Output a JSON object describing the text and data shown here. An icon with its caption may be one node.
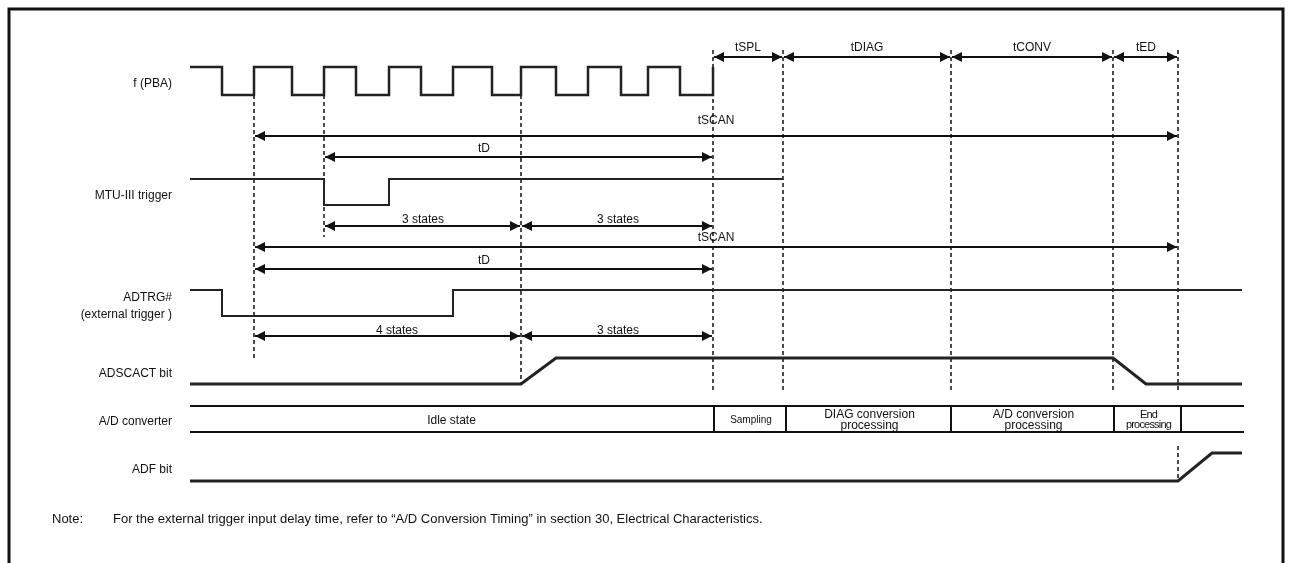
{
  "diagram": {
    "nodes": [
      {
        "text": [
          "Idle state"
        ]
      },
      {
        "text": [
          "Sampling"
        ]
      },
      {
        "text": [
          "DIAG conversion processing"
        ]
      },
      {
        "text": [
          "A/D conversion processing"
        ]
      },
      {
        "text": [
          "End processing"
        ]
      },
      {
        "text": [],
        "shape": "box"
      }
    ],
    "labels": [
      "tSPL",
      "tDIAG",
      "tCONV",
      "tED",
      "f (PBA)",
      "tSCAN",
      "tD",
      "MTU-III trigger",
      "3 states",
      "3 states",
      "tSCAN",
      "tD",
      "ADTRG#",
      "(external trigger )",
      "4 states",
      "3 states",
      "ADSCACT bit",
      "A/D converter",
      "ADF bit",
      "Note:",
      "For the external trigger input delay time, refer to “A/D Conversion Timing” in section 30, Electrical Characteristics."
    ]
  }
}
